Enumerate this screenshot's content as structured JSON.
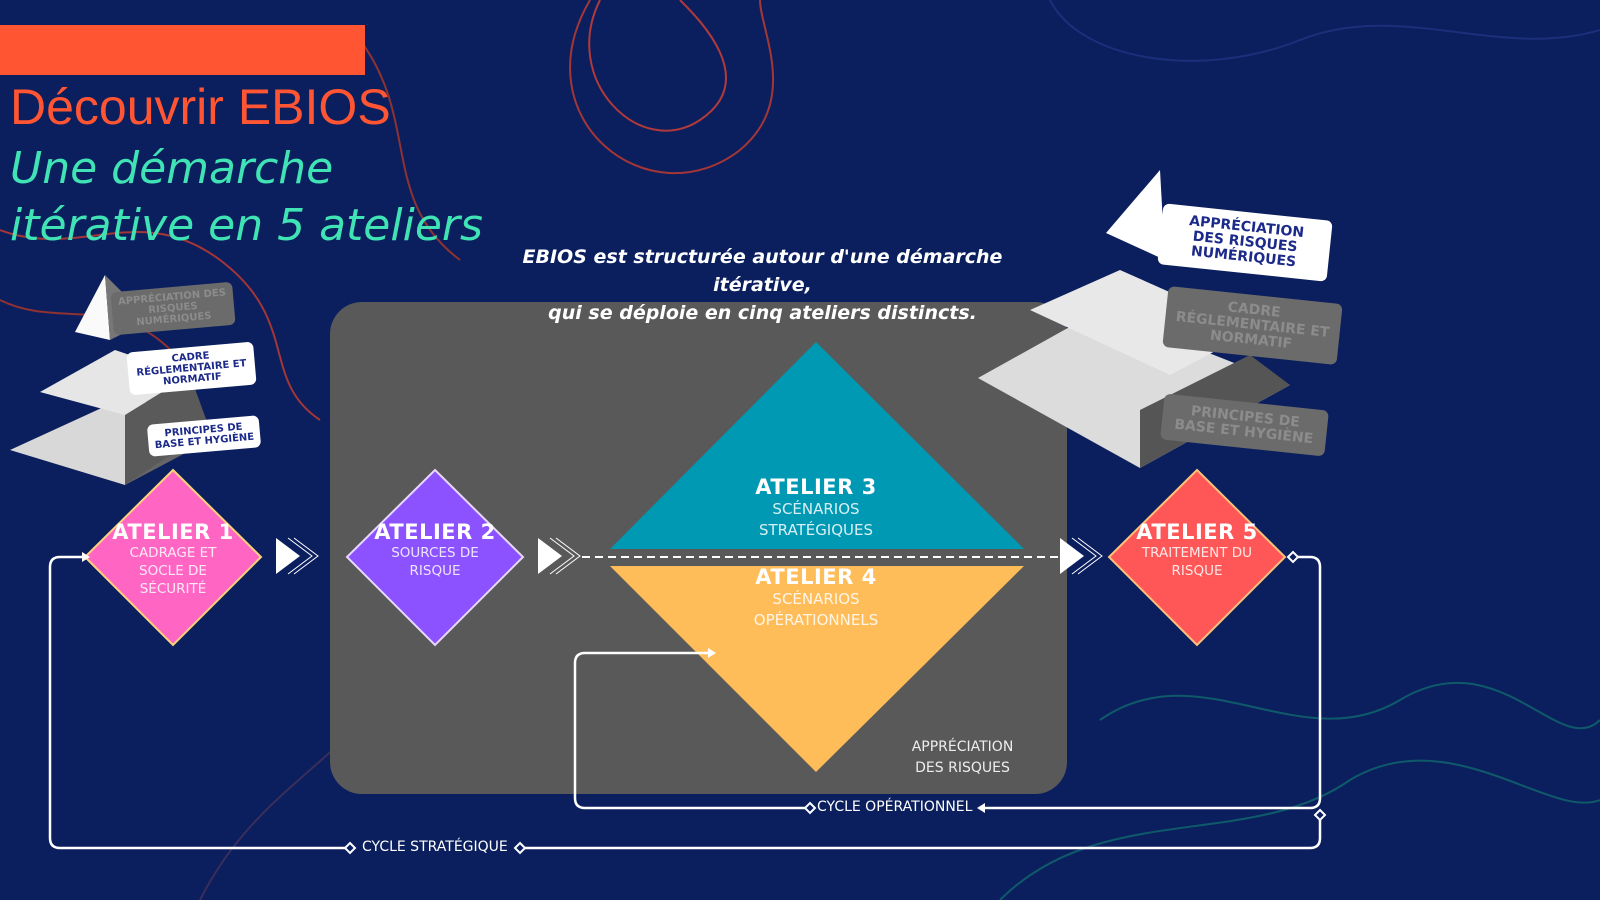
{
  "colors": {
    "background": "#0b1f5e",
    "accent": "#ff5533",
    "subtitle": "#3fe3b4",
    "panel": "#595959",
    "atelier1": "#ff66c4",
    "atelier2": "#8c52ff",
    "atelier3": "#0099b4",
    "atelier4": "#ffbd59",
    "atelier5": "#ff5757"
  },
  "header": {
    "title": "Découvrir EBIOS",
    "subtitle_line1": "Une démarche",
    "subtitle_line2": "itérative en 5 ateliers"
  },
  "description": {
    "line1": "EBIOS est structurée autour d'une démarche itérative,",
    "line2": "qui se déploie en cinq ateliers distincts."
  },
  "pyramid_left": {
    "top": "APPRÉCIATION DES RISQUES NUMÉRIQUES",
    "middle": "CADRE RÉGLEMENTAIRE ET NORMATIF",
    "bottom": "PRINCIPES DE BASE ET HYGIÈNE"
  },
  "pyramid_right": {
    "top": "APPRÉCIATION DES RISQUES NUMÉRIQUES",
    "middle": "CADRE RÉGLEMENTAIRE ET NORMATIF",
    "bottom": "PRINCIPES DE BASE ET HYGIÈNE"
  },
  "ateliers": [
    {
      "title": "ATELIER 1",
      "line1": "CADRAGE ET",
      "line2": "SOCLE DE",
      "line3": "SÉCURITÉ"
    },
    {
      "title": "ATELIER 2",
      "line1": "SOURCES DE",
      "line2": "RISQUE"
    },
    {
      "title": "ATELIER 3",
      "line1": "SCÉNARIOS",
      "line2": "STRATÉGIQUES"
    },
    {
      "title": "ATELIER 4",
      "line1": "SCÉNARIOS",
      "line2": "OPÉRATIONNELS"
    },
    {
      "title": "ATELIER 5",
      "line1": "TRAITEMENT DU",
      "line2": "RISQUE"
    }
  ],
  "panel": {
    "label_line1": "APPRÉCIATION",
    "label_line2": "DES RISQUES"
  },
  "cycles": {
    "operational": "CYCLE OPÉRATIONNEL",
    "strategic": "CYCLE STRATÉGIQUE"
  }
}
